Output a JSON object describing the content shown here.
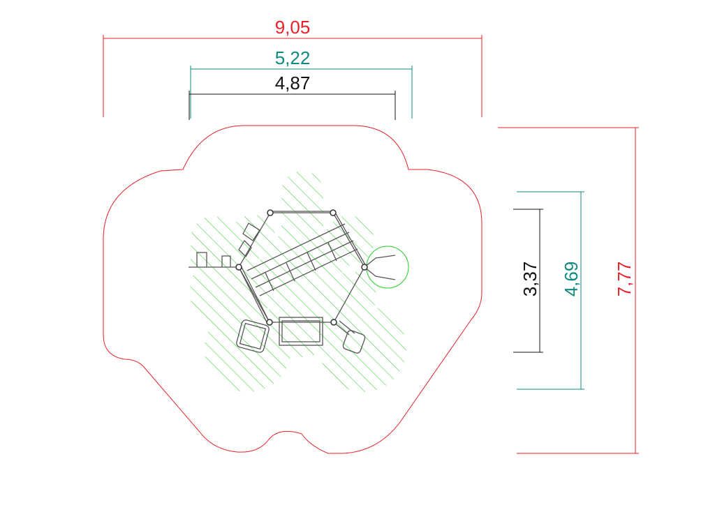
{
  "dimensions": {
    "overall_width": {
      "label": "9,05",
      "color": "#e8202a"
    },
    "play_width": {
      "label": "5,22",
      "color": "#0e8a80"
    },
    "equipment_width": {
      "label": "4,87",
      "color": "#111111"
    },
    "equipment_depth": {
      "label": "3,37",
      "color": "#111111"
    },
    "play_depth": {
      "label": "4,69",
      "color": "#0e8a80"
    },
    "overall_depth": {
      "label": "7,77",
      "color": "#e8202a"
    }
  },
  "colors": {
    "safety_zone": "#3fd23f",
    "outline": "#e8202a",
    "equipment": "#555555"
  }
}
